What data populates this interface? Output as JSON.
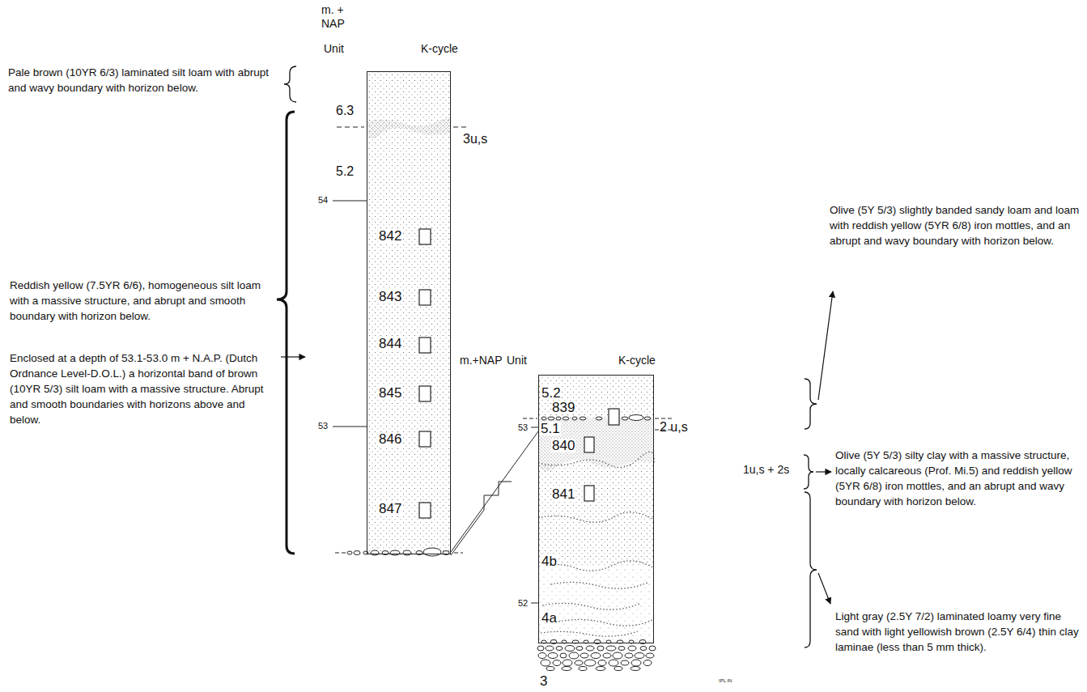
{
  "diagram": {
    "nodes": [
      {
        "text": [
          "842",
          "843",
          "844",
          "845",
          "846",
          "847"
        ]
      },
      {
        "text": [
          "5.2",
          "839",
          "5.1",
          "840",
          "841",
          "4b",
          "4a"
        ]
      }
    ],
    "edges": [
      {
        "from": 0,
        "to": 1,
        "arrow": "none"
      }
    ],
    "labels": [
      "m. + NAP",
      "Unit",
      "K-cycle",
      "Pale brown (10YR 6/3) laminated silt loam with abrupt and wavy boundary with horizon below.",
      "6.3",
      "3u,s",
      "5.2",
      "54",
      "Reddish yellow (7.5YR 6/6), homogeneous silt loam with a massive structure, and abrupt and smooth boundary with horizon below.",
      "Enclosed at a depth of 53.1-53.0 m + N.A.P. (Dutch Ordnance Level-D.O.L.) a horizontal band of brown (10YR 5/3) silt loam with a massive structure. Abrupt and smooth boundaries with horizons above and below.",
      "53",
      "m.+NAP",
      "Unit",
      "K-cycle",
      "Olive (5Y 5/3) slightly banded sandy loam and loam with reddish yellow (5YR 6/8) iron mottles, and an abrupt and wavy boundary with horizon below.",
      "53",
      "2 u,s",
      "1u,s + 2s",
      "Olive (5Y 5/3) silty clay with a massive structure, locally calcareous (Prof. Mi.5) and reddish yellow (5YR 6/8) iron mottles, and an abrupt and wavy boundary with horizon below.",
      "Light gray (2.5Y 7/2) laminated loamy very fine sand with light yellowish brown (2.5Y 6/4) thin clay laminae (less than 5 mm thick).",
      "52",
      "3",
      "IPL IN"
    ]
  }
}
